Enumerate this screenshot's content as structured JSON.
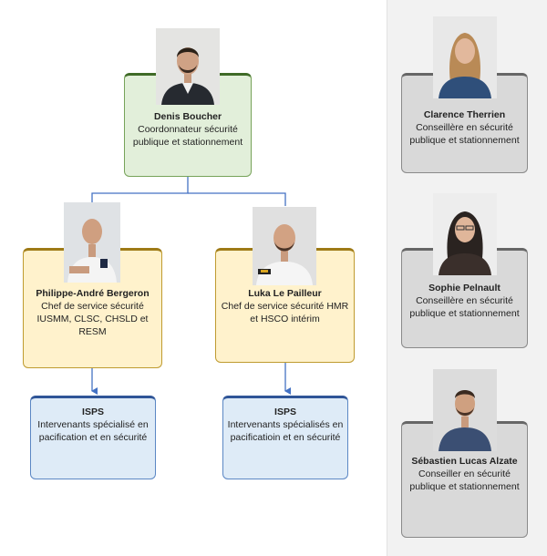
{
  "coordinator": {
    "name": "Denis Boucher",
    "role": "Coordonnateur sécurité publique et stationnement"
  },
  "chief_left": {
    "name": "Philippe-André Bergeron",
    "role": "Chef de service sécurité IUSMM, CLSC, CHSLD et RESM"
  },
  "chief_right": {
    "name": "Luka Le Pailleur",
    "role": "Chef de service sécurité HMR et HSCO intérim"
  },
  "isps_left": {
    "title": "ISPS",
    "desc": "Intervenants spécialisé en pacification et en sécurité"
  },
  "isps_right": {
    "title": "ISPS",
    "desc": "Intervenants spécialisés en pacificatioin et en sécurité"
  },
  "advisors": [
    {
      "name": "Clarence Therrien",
      "role": "Conseillère en sécurité publique et stationnement"
    },
    {
      "name": "Sophie Pelnault",
      "role": "Conseillère en sécurité publique et stationnement"
    },
    {
      "name": "Sébastien Lucas Alzate",
      "role": "Conseiller en sécurité publique et stationnement"
    }
  ],
  "colors": {
    "green_box": "#e2efda",
    "yellow_box": "#fff2cc",
    "blue_box": "#deebf7",
    "grey_box": "#d9d9d9",
    "connector": "#4472c4"
  }
}
